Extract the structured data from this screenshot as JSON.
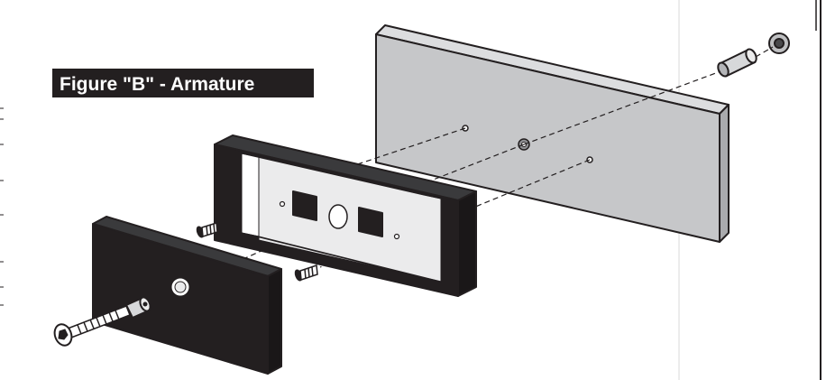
{
  "figure": {
    "title": "Figure \"B\" - Armature"
  },
  "parts": [
    {
      "name": "mounting-block",
      "color": "#c6c7c9"
    },
    {
      "name": "armature-housing",
      "color": "#231f20"
    },
    {
      "name": "housing-face-plate",
      "color": "#ebebec"
    },
    {
      "name": "armature-plate",
      "color": "#231f20"
    },
    {
      "name": "sex-bolt"
    },
    {
      "name": "mounting-screw"
    },
    {
      "name": "center-screw"
    },
    {
      "name": "spacer-sleeve"
    }
  ],
  "colors": {
    "outline": "#231f20",
    "label_background": "#231f20",
    "label_text": "#ffffff"
  }
}
